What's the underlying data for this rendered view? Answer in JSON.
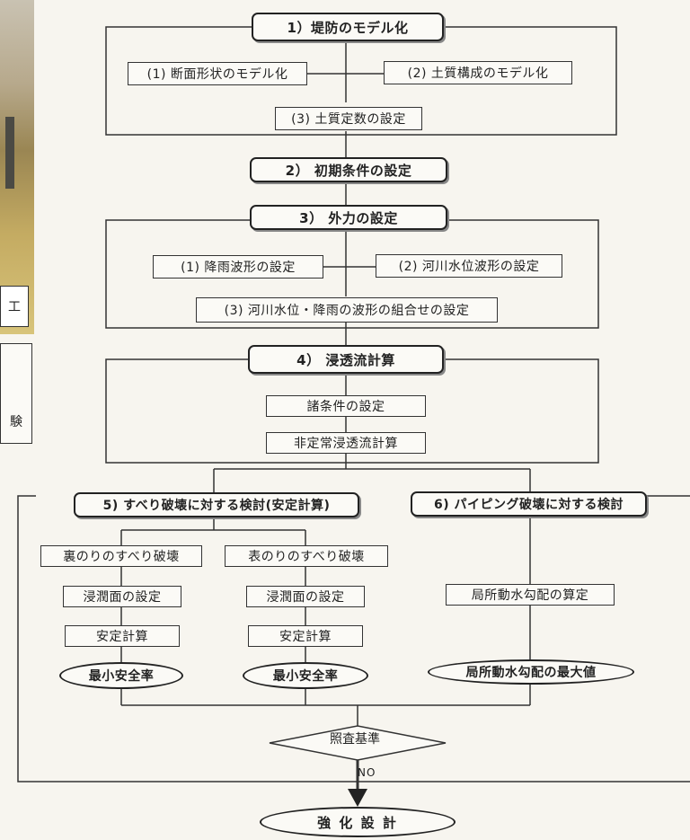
{
  "side": {
    "photo_caption": "工",
    "box_label": "験"
  },
  "flow": {
    "step1": "1）堤防のモデル化",
    "step1_a": "(1) 断面形状のモデル化",
    "step1_b": "(2) 土質構成のモデル化",
    "step1_c": "(3) 土質定数の設定",
    "step2": "2） 初期条件の設定",
    "step3": "3） 外力の設定",
    "step3_a": "(1) 降雨波形の設定",
    "step3_b": "(2) 河川水位波形の設定",
    "step3_c": "(3) 河川水位・降雨の波形の組合せの設定",
    "step4": "4） 浸透流計算",
    "step4_a": "諸条件の設定",
    "step4_b": "非定常浸透流計算",
    "step5": "5) すべり破壊に対する検討(安定計算)",
    "step6": "6) パイピング破壊に対する検討",
    "back_slip": "裏のりのすべり破壊",
    "front_slip": "表のりのすべり破壊",
    "back_surface": "浸潤面の設定",
    "front_surface": "浸潤面の設定",
    "back_calc": "安定計算",
    "front_calc": "安定計算",
    "back_min": "最小安全率",
    "front_min": "最小安全率",
    "local_gradient": "局所動水勾配の算定",
    "local_max": "局所動水勾配の最大値",
    "criteria": "照査基準",
    "no_label": "NO",
    "final": "強 化 設 計"
  }
}
